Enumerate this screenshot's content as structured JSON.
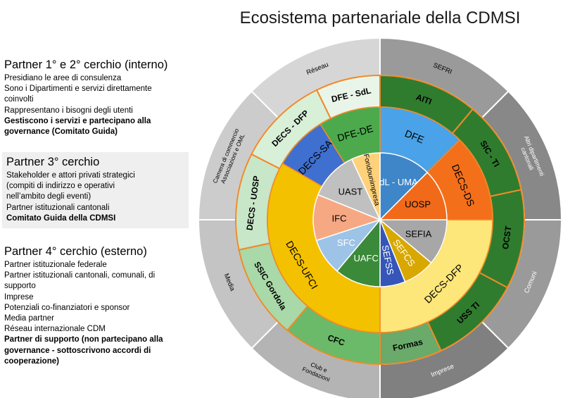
{
  "title": "Ecosistema partenariale della CDMSI",
  "panels": [
    {
      "heading": "Partner 1° e 2° cerchio (interno)",
      "lines": [
        {
          "text": "Presidiano le aree di consulenza",
          "bold": false
        },
        {
          "text": "Sono i Dipartimenti e servizi direttamente",
          "bold": false
        },
        {
          "text": "coinvolti",
          "bold": false
        },
        {
          "text": "Rappresentano i bisogni degli utenti",
          "bold": false
        },
        {
          "text": "Gestiscono i servizi e partecipano alla",
          "bold": true
        },
        {
          "text": "governance (Comitato Guida)",
          "bold": true
        }
      ]
    },
    {
      "heading": "Partner 3° cerchio",
      "lines": [
        {
          "text": "Stakeholder e attori privati strategici",
          "bold": false
        },
        {
          "text": "(compiti di indirizzo e operativi",
          "bold": false
        },
        {
          "text": "nell’ambito degli eventi)",
          "bold": false
        },
        {
          "text": "Partner istituzionali cantonali",
          "bold": false
        },
        {
          "text": "Comitato Guida della CDMSI",
          "bold": true
        }
      ]
    },
    {
      "heading": "Partner 4° cerchio (esterno)",
      "lines": [
        {
          "text": "Partner istituzionale federale",
          "bold": false
        },
        {
          "text": "Partner istituzionali cantonali, comunali, di",
          "bold": false
        },
        {
          "text": "supporto",
          "bold": false
        },
        {
          "text": "Imprese",
          "bold": false
        },
        {
          "text": "Potenziali co-finanziatori e sponsor",
          "bold": false
        },
        {
          "text": "Media partner",
          "bold": false
        },
        {
          "text": "Réseau internazionale CDM",
          "bold": false
        },
        {
          "text": "Partner di supporto (non partecipano alla",
          "bold": true
        },
        {
          "text": "governance - sottoscrivono accordi di",
          "bold": true
        },
        {
          "text": "cooperazione)",
          "bold": true
        }
      ]
    }
  ],
  "rings": {
    "inner": [
      {
        "label": "SdL - UMA",
        "color": "#3f86c8",
        "text_color": "#ffffff",
        "a1": 0,
        "a2": 45
      },
      {
        "label": "UOSP",
        "color": "#f16a1a",
        "text_color": "#000000",
        "a1": 45,
        "a2": 90
      },
      {
        "label": "SEFIA",
        "color": "#a7a7a7",
        "text_color": "#000000",
        "a1": 90,
        "a2": 130
      },
      {
        "label": "SEFCS",
        "color": "#d8a800",
        "text_color": "#ffffff",
        "a1": 130,
        "a2": 158
      },
      {
        "label": "SEFSS",
        "color": "#3556b8",
        "text_color": "#ffffff",
        "a1": 158,
        "a2": 180
      },
      {
        "label": "UAFC",
        "color": "#3a8a3a",
        "text_color": "#ffffff",
        "a1": 180,
        "a2": 220
      },
      {
        "label": "SFC",
        "color": "#9dc3e6",
        "text_color": "#ffffff",
        "a1": 220,
        "a2": 252
      },
      {
        "label": "IFC",
        "color": "#f6a882",
        "text_color": "#000000",
        "a1": 252,
        "a2": 292
      },
      {
        "label": "UAST",
        "color": "#c0c0c0",
        "text_color": "#000000",
        "a1": 292,
        "a2": 335
      },
      {
        "label": "Fondounimpresa",
        "color": "#fed17a",
        "text_color": "#000000",
        "a1": 335,
        "a2": 360
      }
    ],
    "second": [
      {
        "label": "DFE",
        "color": "#4aa3e8",
        "text_color": "#000000",
        "a1": 0,
        "a2": 45
      },
      {
        "label": "DECS-DS",
        "color": "#f46f1a",
        "text_color": "#000000",
        "a1": 45,
        "a2": 90
      },
      {
        "label": "DECS-DFP",
        "color": "#fde67a",
        "text_color": "#000000",
        "a1": 90,
        "a2": 180
      },
      {
        "label": "DECS-UFCI",
        "color": "#f4c100",
        "text_color": "#000000",
        "a1": 180,
        "a2": 300
      },
      {
        "label": "DECS-SA",
        "color": "#3f6fcf",
        "text_color": "#000000",
        "a1": 300,
        "a2": 328
      },
      {
        "label": "DFE-DE",
        "color": "#4caa4c",
        "text_color": "#000000",
        "a1": 328,
        "a2": 360
      }
    ],
    "third": [
      {
        "label": "AITI",
        "color": "#2f7c2f",
        "text_color": "#000000",
        "a1": 0,
        "a2": 40
      },
      {
        "label": "SIC - TI",
        "color": "#2f7c2f",
        "text_color": "#000000",
        "a1": 40,
        "a2": 78
      },
      {
        "label": "OCST",
        "color": "#2f7c2f",
        "text_color": "#000000",
        "a1": 78,
        "a2": 118
      },
      {
        "label": "USS TI",
        "color": "#2f7c2f",
        "text_color": "#000000",
        "a1": 118,
        "a2": 155
      },
      {
        "label": "Formas",
        "color": "#6aaa6a",
        "text_color": "#000000",
        "a1": 155,
        "a2": 180
      },
      {
        "label": "CFC",
        "color": "#6aba6a",
        "text_color": "#000000",
        "a1": 180,
        "a2": 220
      },
      {
        "label": "SSIC Gordola",
        "color": "#a9d8a9",
        "text_color": "#000000",
        "a1": 220,
        "a2": 258
      },
      {
        "label": "DECS - UOSP",
        "color": "#c8e6c8",
        "text_color": "#000000",
        "a1": 258,
        "a2": 297
      },
      {
        "label": "DECS - DFP",
        "color": "#d8efd8",
        "text_color": "#000000",
        "a1": 297,
        "a2": 334
      },
      {
        "label": "DFE - SdL",
        "color": "#eaf5ea",
        "text_color": "#000000",
        "a1": 334,
        "a2": 360
      }
    ],
    "outer": [
      {
        "label": "SEFRI",
        "color": "#9a9a9a",
        "text_color": "#000000",
        "a1": 0,
        "a2": 45
      },
      {
        "label": "Altri dipartimenti cantonali",
        "color": "#888888",
        "text_color": "#ffffff",
        "a1": 45,
        "a2": 90
      },
      {
        "label": "Comuni",
        "color": "#9a9a9a",
        "text_color": "#ffffff",
        "a1": 90,
        "a2": 135
      },
      {
        "label": "Imprese",
        "color": "#808080",
        "text_color": "#ffffff",
        "a1": 135,
        "a2": 180
      },
      {
        "label": "Club e Fondazioni",
        "color": "#b4b4b4",
        "text_color": "#000000",
        "a1": 180,
        "a2": 225
      },
      {
        "label": "Media",
        "color": "#c4c4c4",
        "text_color": "#000000",
        "a1": 225,
        "a2": 270
      },
      {
        "label": "Camera di commercio Associazioni e OML",
        "color": "#cccccc",
        "text_color": "#000000",
        "a1": 270,
        "a2": 315
      },
      {
        "label": "Réseau",
        "color": "#d6d6d6",
        "text_color": "#000000",
        "a1": 315,
        "a2": 360
      }
    ]
  },
  "colors": {
    "ring_border": "#f08a28",
    "outer_border": "#ffffff"
  }
}
